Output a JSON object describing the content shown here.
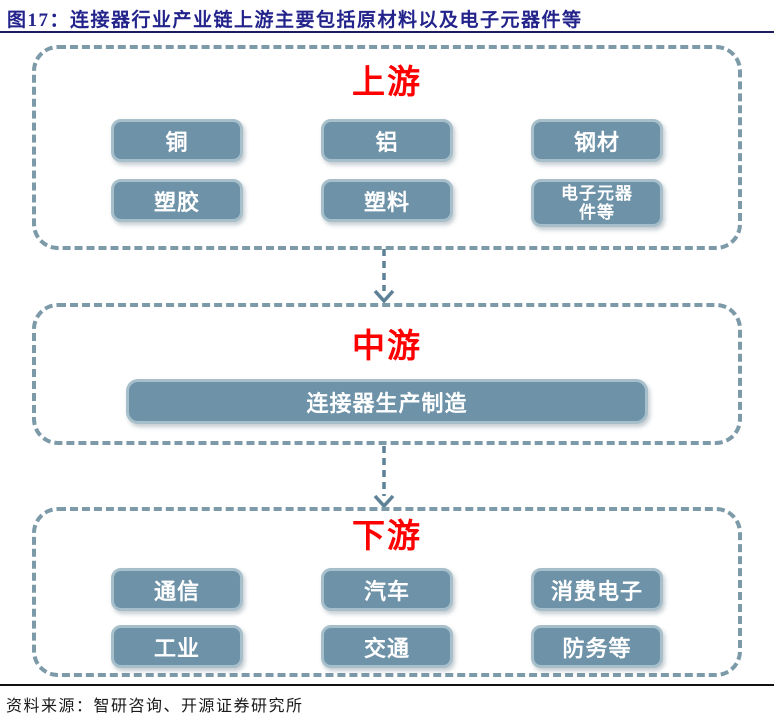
{
  "figure": {
    "title": "图17：连接器行业产业链上游主要包括原材料以及电子元器件等",
    "source": "资料来源：智研咨询、开源证券研究所"
  },
  "colors": {
    "title_navy": "#23238c",
    "section_red": "#fe0000",
    "node_fill": "#6e92a8",
    "node_border": "#a6bfca",
    "box_dash": "#7d9aa9",
    "arrow": "#5d8196"
  },
  "sections": {
    "upstream": {
      "label": "上游",
      "items": [
        "铜",
        "铝",
        "钢材",
        "塑胶",
        "塑料",
        "电子元器件等"
      ]
    },
    "midstream": {
      "label": "中游",
      "items": [
        "连接器生产制造"
      ]
    },
    "downstream": {
      "label": "下游",
      "items": [
        "通信",
        "汽车",
        "消费电子",
        "工业",
        "交通",
        "防务等"
      ]
    }
  }
}
